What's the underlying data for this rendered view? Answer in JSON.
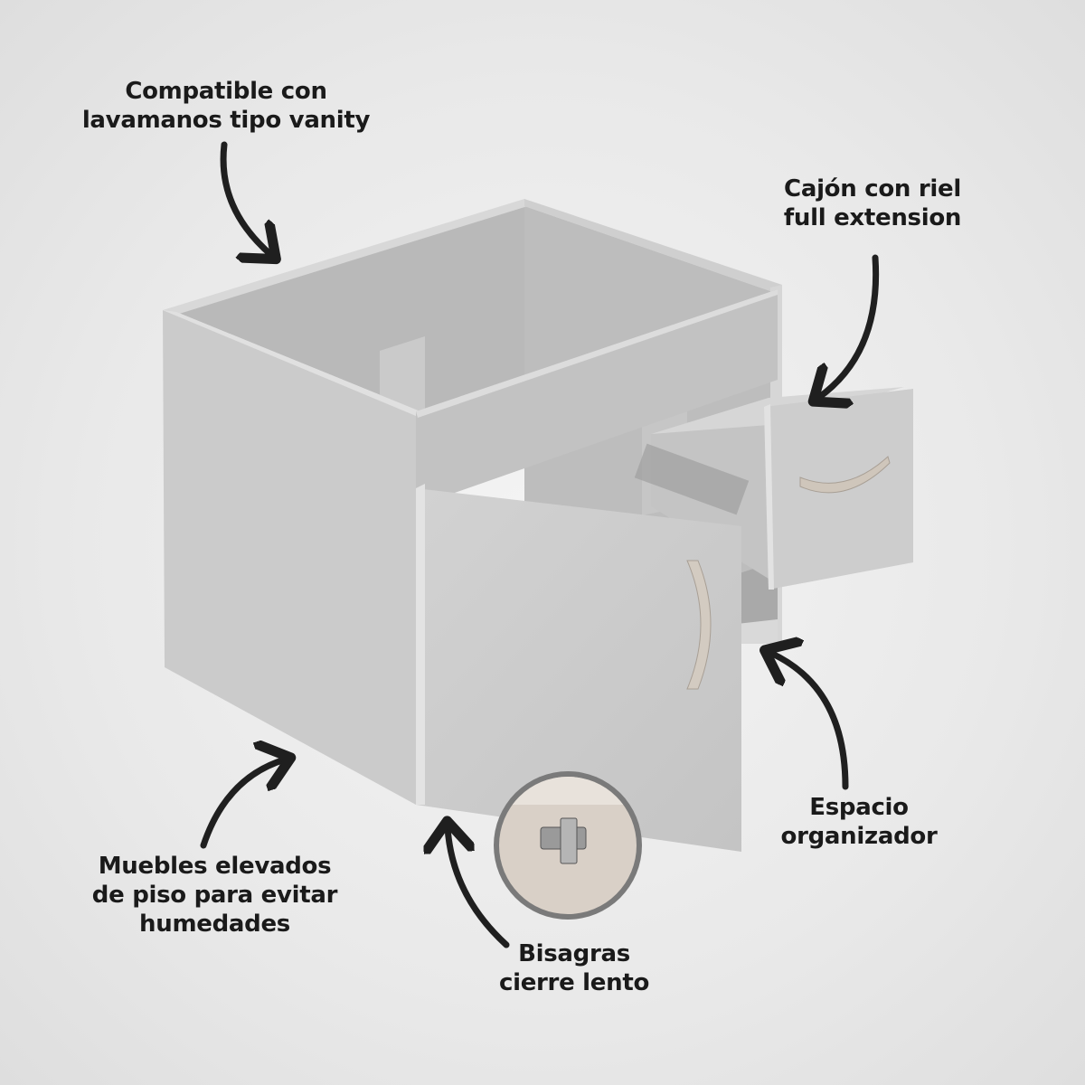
{
  "labels": {
    "vanity": [
      "Compatible con",
      "lavamanos tipo vanity"
    ],
    "drawer": [
      "Cajón con riel",
      "full extension"
    ],
    "space": [
      "Espacio",
      "organizador"
    ],
    "elevated": [
      "Muebles elevados",
      "de piso para evitar",
      "humedades"
    ],
    "hinges": [
      "Bisagras",
      "cierre lento"
    ]
  },
  "colors": {
    "background": "#ececec",
    "panel": "#c9c9c9",
    "panel_dark": "#b4b4b4",
    "arrow": "#1f1f1f",
    "handle": "#cfc6bb"
  }
}
